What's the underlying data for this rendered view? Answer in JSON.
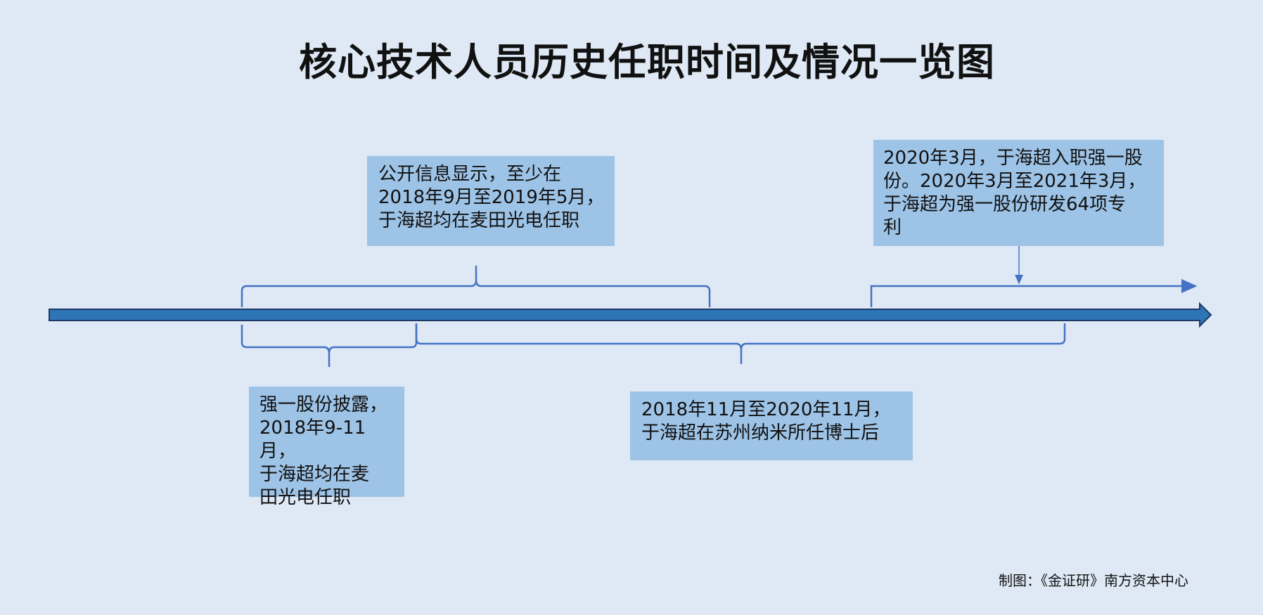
{
  "title": "核心技术人员历史任职时间及情况一览图",
  "notes": {
    "public_info": [
      "公开信息显示，至少在",
      "2018年9月至2019年5月，",
      "于海超均在麦田光电任职"
    ],
    "joined_qiangyi": [
      "2020年3月，于海超入职强一股",
      "份。2020年3月至2021年3月，",
      "于海超为强一股份研发64项专",
      "利"
    ],
    "disclosure": [
      "强一股份披露，",
      "2018年9-11月，",
      "于海超均在麦",
      "田光电任职"
    ],
    "postdoc": [
      "2018年11月至2020年11月，",
      "于海超在苏州纳米所任博士后"
    ]
  },
  "credit": "制图：《金证研》南方资本中心",
  "colors": {
    "background": "#dee9f5",
    "box": "#9dc3e6",
    "line": "#4472c4",
    "arrow_fill": "#2e75b6"
  }
}
